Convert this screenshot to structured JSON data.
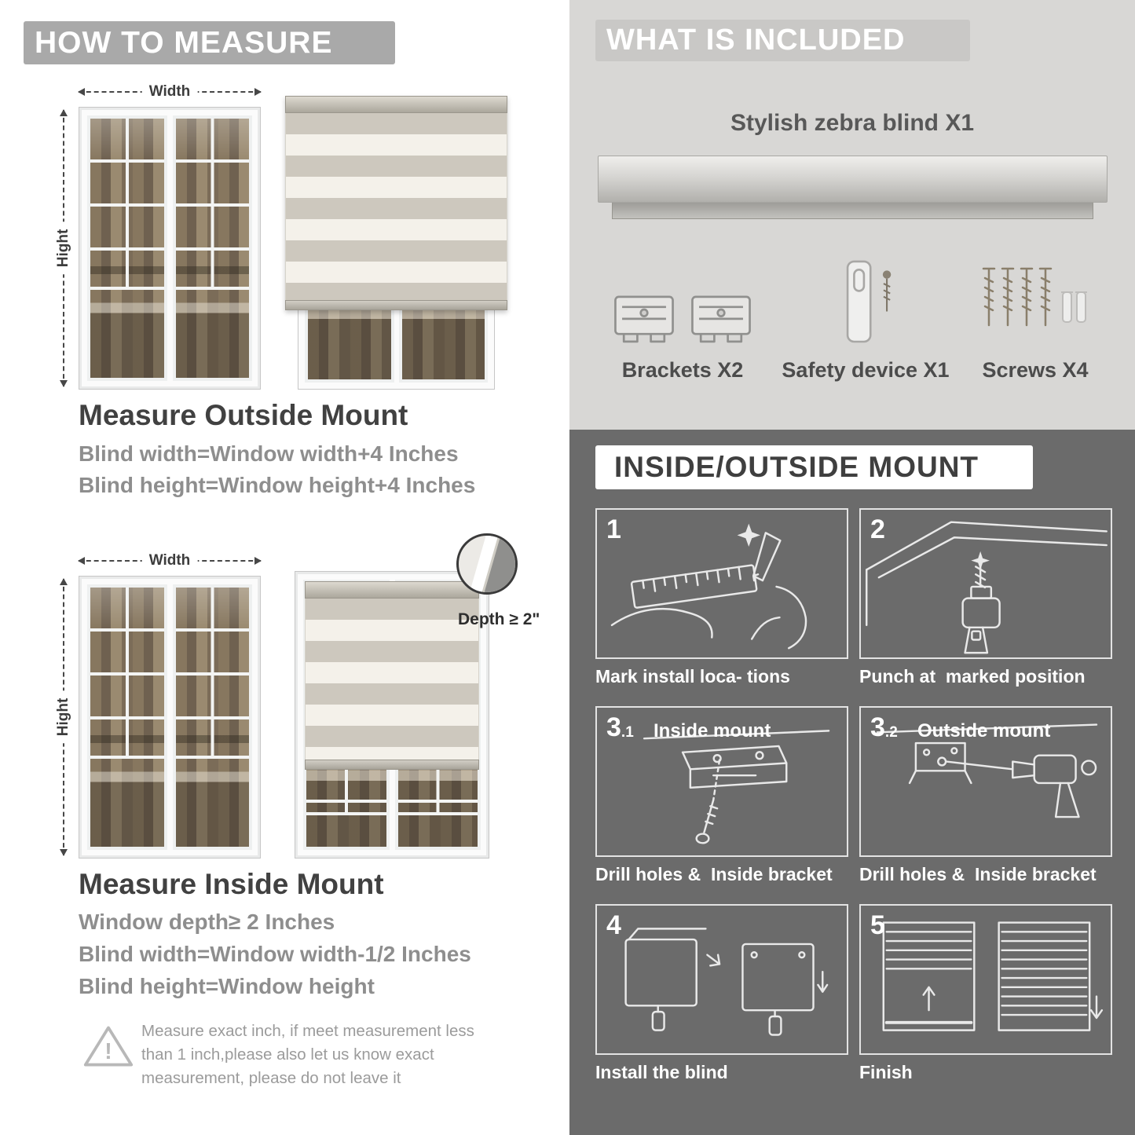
{
  "colors": {
    "left_banner": "#a9a9a9",
    "included_bg": "#d8d7d5",
    "included_banner": "#c9c8c6",
    "mount_bg": "#6b6b6b",
    "heading_dark": "#414141",
    "body_gray": "#8e8e8e",
    "stripe_gray": "#cdc8be",
    "stripe_cream": "#f4f1ea"
  },
  "measure": {
    "header": "HOW TO MEASURE",
    "width_label": "Width",
    "height_label": "Hight",
    "outside": {
      "title": "Measure Outside Mount",
      "line1": "Blind width=Window width+4 Inches",
      "line2": "Blind height=Window height+4 Inches"
    },
    "inside": {
      "title": "Measure Inside Mount",
      "depth_callout": "Depth ≥ 2\"",
      "line1": "Window depth≥ 2 Inches",
      "line2": "Blind width=Window width-1/2 Inches",
      "line3": "Blind height=Window height"
    },
    "warning": {
      "mark": "!",
      "text": "Measure exact inch, if meet measurement less than 1 inch,please also let us know exact measurement, please do not leave it"
    }
  },
  "included": {
    "header": "WHAT IS INCLUDED",
    "product": "Stylish zebra blind X1",
    "items": [
      {
        "label": "Brackets X2",
        "icon": "bracket-icon"
      },
      {
        "label": "Safety device X1",
        "icon": "safety-device-icon"
      },
      {
        "label": "Screws X4",
        "icon": "screw-icon"
      }
    ]
  },
  "mount": {
    "header": "INSIDE/OUTSIDE MOUNT",
    "steps": [
      {
        "num": "1",
        "sub": "",
        "label": "",
        "caption": "Mark install loca- tions"
      },
      {
        "num": "2",
        "sub": "",
        "label": "",
        "caption": "Punch at  marked position"
      },
      {
        "num": "3",
        "sub": ".1",
        "label": "Inside mount",
        "caption": "Drill holes &  Inside bracket"
      },
      {
        "num": "3",
        "sub": ".2",
        "label": "Outside mount",
        "caption": "Drill holes &  Inside bracket"
      },
      {
        "num": "4",
        "sub": "",
        "label": "",
        "caption": "Install the blind"
      },
      {
        "num": "5",
        "sub": "",
        "label": "",
        "caption": "Finish"
      }
    ]
  }
}
